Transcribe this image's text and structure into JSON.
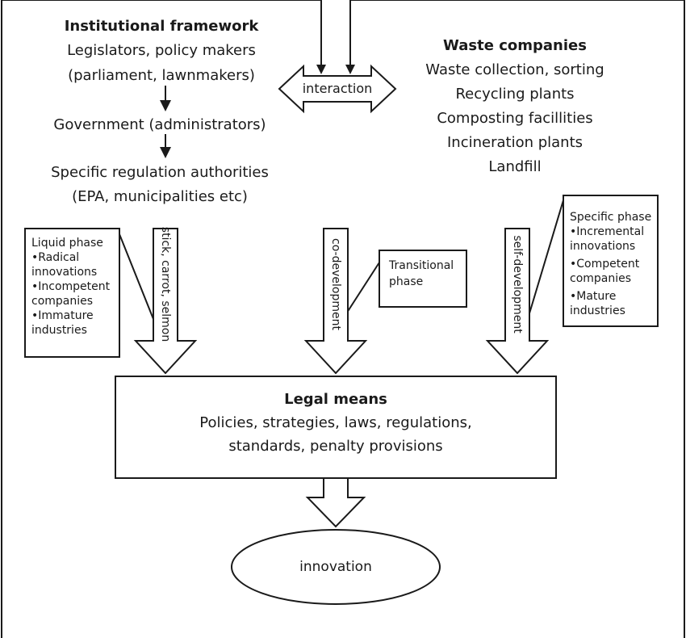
{
  "institutional": {
    "title": "Institutional framework",
    "line1": "Legislators, policy makers",
    "line2": "(parliament, lawnmakers)",
    "government": "Government (administrators)",
    "authorities1": "Specific regulation authorities",
    "authorities2": "(EPA, municipalities etc)"
  },
  "waste": {
    "title": "Waste companies",
    "items": [
      "Waste collection, sorting",
      "Recycling plants",
      "Composting facillities",
      "Incineration plants",
      "Landfill"
    ]
  },
  "interaction": "interaction",
  "liquid_phase": {
    "title": "Liquid phase",
    "lines": [
      "•Radical",
      "innovations",
      "•Incompetent",
      "companies",
      "•Immature",
      "industries"
    ]
  },
  "transitional_phase": {
    "lines": [
      "Transitional",
      "phase"
    ]
  },
  "specific_phase": {
    "title": "Specific phase",
    "lines": [
      "•Incremental",
      "innovations",
      "•Competent",
      "companies",
      "•Mature",
      "industries"
    ]
  },
  "arrows": {
    "left": "stick, carrot, selmon",
    "middle": "co-development",
    "right": "self-development"
  },
  "legal": {
    "title": "Legal means",
    "line1": "Policies, strategies, laws, regulations,",
    "line2": "standards, penalty provisions"
  },
  "innovation": "innovation",
  "colors": {
    "stroke": "#1a1a1a",
    "fill": "#ffffff"
  }
}
